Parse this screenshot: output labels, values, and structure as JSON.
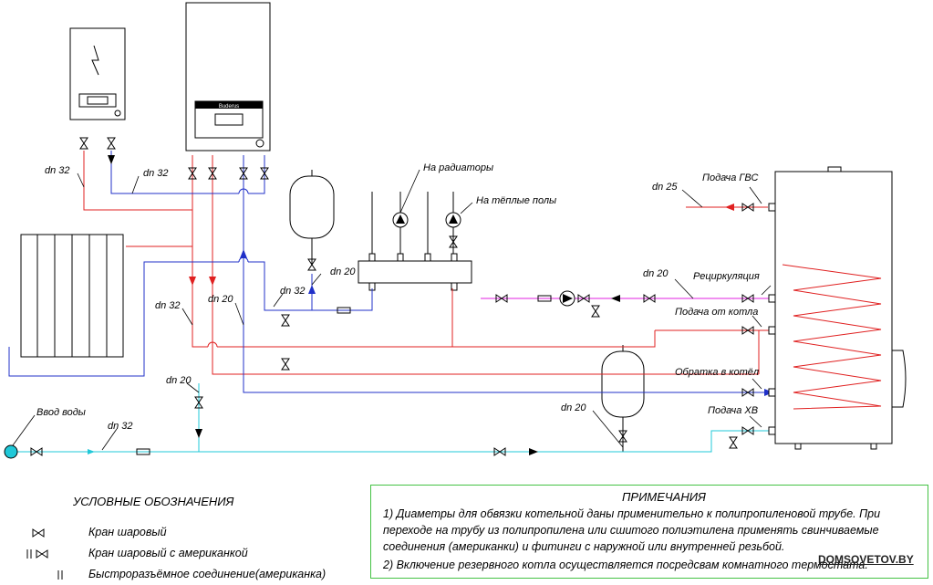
{
  "colors": {
    "hot_supply": "#e02020",
    "return": "#2030c8",
    "cold_water": "#20c8d8",
    "recirculation": "#e020e0",
    "notes_border": "#44c244",
    "line": "#000000"
  },
  "labels": {
    "dn32_a": "dn 32",
    "dn32_b": "dn 32",
    "dn32_c": "dn 32",
    "dn32_d": "dn 32",
    "dn32_e": "dn 32",
    "dn20_a": "dn 20",
    "dn20_b": "dn 20",
    "dn20_c": "dn 20",
    "dn20_d": "dn 20",
    "dn20_e": "dn 20",
    "dn25": "dn 25",
    "to_radiators": "На радиаторы",
    "to_floors": "На тёплые полы",
    "dhw_supply": "Подача ГВС",
    "recirculation": "Рециркуляция",
    "from_boiler": "Подача от котла",
    "to_boiler": "Обратка в котёл",
    "cold_supply": "Подача ХВ",
    "water_inlet": "Ввод воды",
    "brand": "Buderus"
  },
  "notes": {
    "title": "ПРИМЕЧАНИЯ",
    "item1": "1) Диаметры для обвязки котельной даны применительно к полипропиленовой трубе. При переходе на трубу из полипропилена или сшитого полиэтилена применять  свинчиваемые соединения (американки) и фитинги  с наружной или внутренней резьбой.",
    "item2": "2) Включение резервного котла осуществляется посредсвам комнатного термостата."
  },
  "legend": {
    "title": "УСЛОВНЫЕ ОБОЗНАЧЕНИЯ",
    "ball_valve": "Кран шаровый",
    "ball_valve_union": "Кран шаровый с американкой",
    "quick_coupling": "Быстроразъёмное соединение(американка)"
  },
  "watermark": "DOMSOVETOV.BY"
}
